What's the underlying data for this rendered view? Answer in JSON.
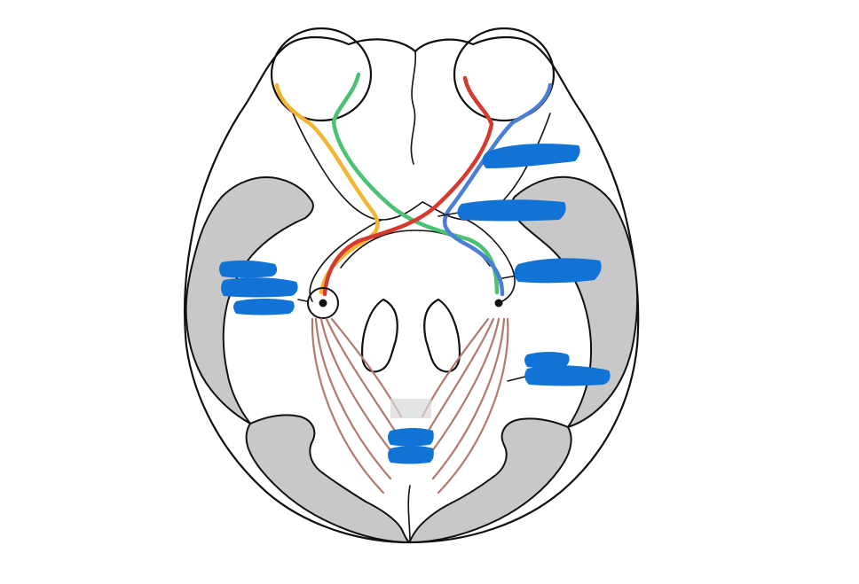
{
  "diagram": {
    "colors": {
      "left_temporal_fiber": "#f2b632",
      "left_nasal_fiber": "#4cc174",
      "right_nasal_fiber": "#d63a2f",
      "right_temporal_fiber": "#4b7fd6",
      "optic_radiation": "#b07a6e",
      "cortex_shading": "#c8c8c8",
      "redaction": "#1273d6"
    },
    "labels_redacted": [
      {
        "id": "optic-nerve-label"
      },
      {
        "id": "optic-chiasm-label"
      },
      {
        "id": "optic-tract-label"
      },
      {
        "id": "lateral-geniculate-label"
      },
      {
        "id": "optic-radiation-label"
      },
      {
        "id": "visual-cortex-label"
      }
    ]
  }
}
